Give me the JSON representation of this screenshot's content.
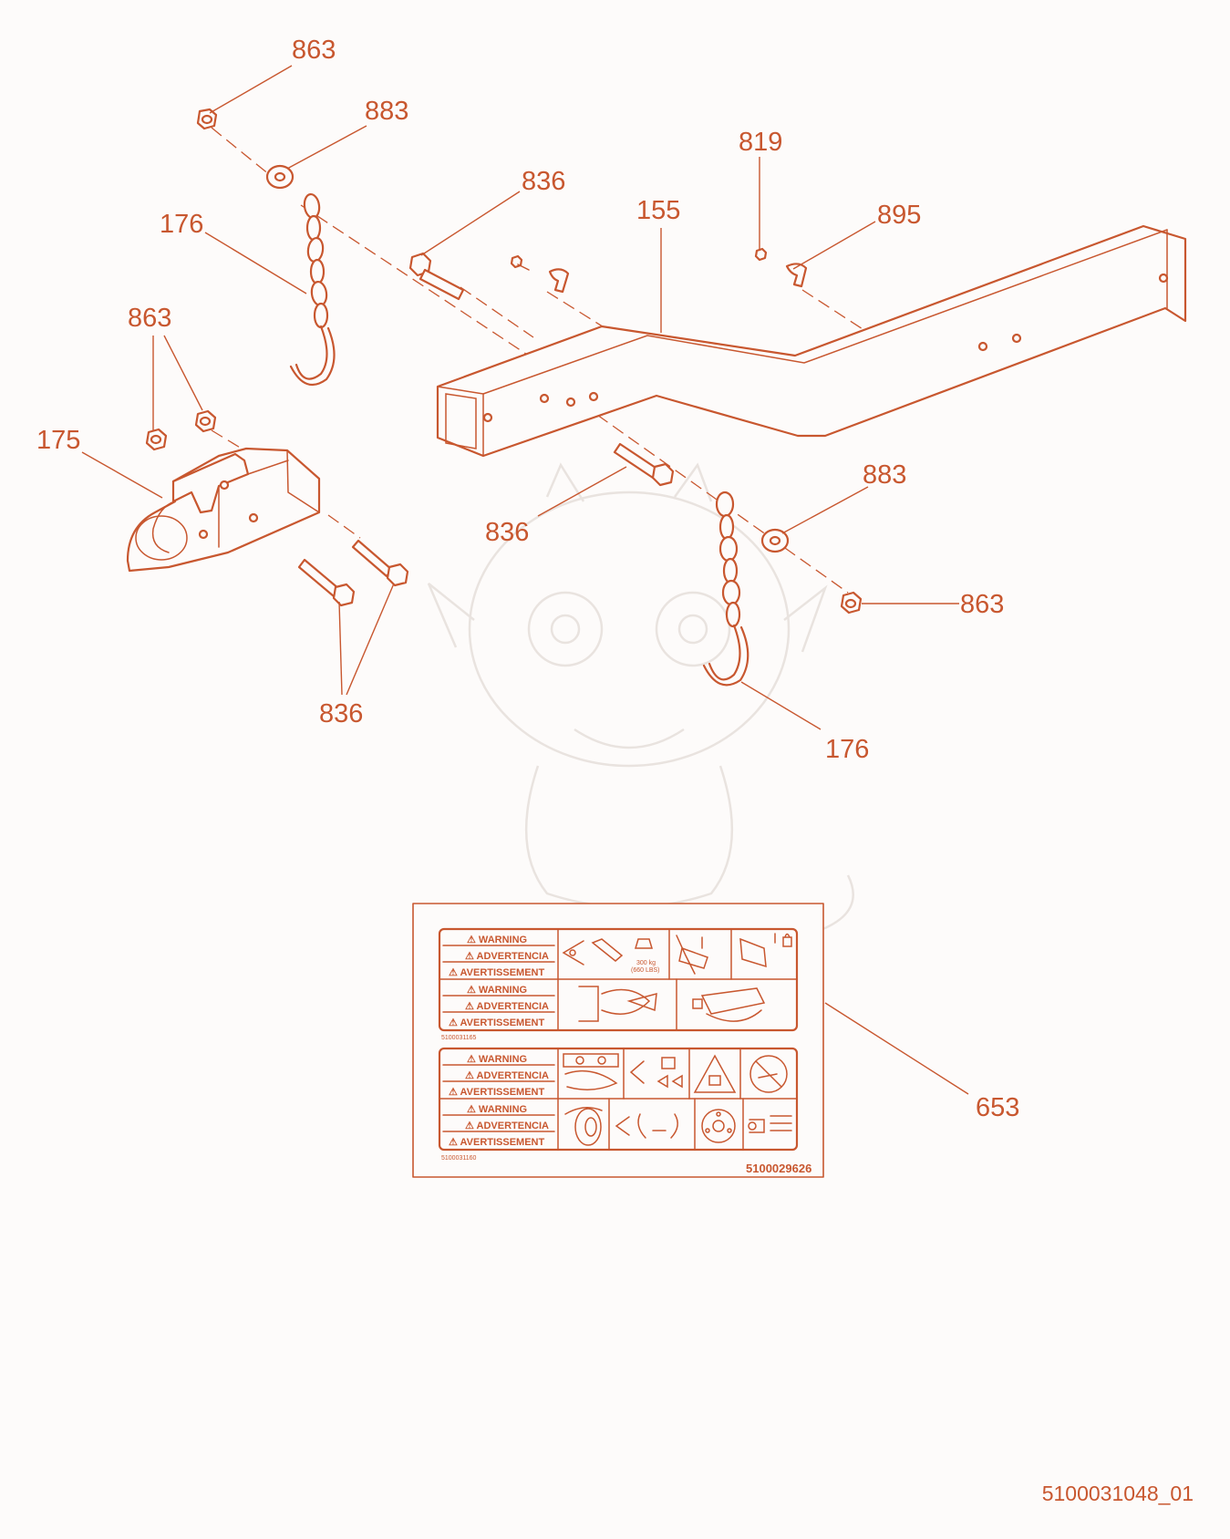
{
  "colors": {
    "accent": "#c8572f",
    "background": "#fdfbfa"
  },
  "callouts": [
    {
      "id": "c863a",
      "text": "863"
    },
    {
      "id": "c883a",
      "text": "883"
    },
    {
      "id": "c836a",
      "text": "836"
    },
    {
      "id": "c155",
      "text": "155"
    },
    {
      "id": "c819",
      "text": "819"
    },
    {
      "id": "c895",
      "text": "895"
    },
    {
      "id": "c176a",
      "text": "176"
    },
    {
      "id": "c863b",
      "text": "863"
    },
    {
      "id": "c175",
      "text": "175"
    },
    {
      "id": "c836b",
      "text": "836"
    },
    {
      "id": "c883b",
      "text": "883"
    },
    {
      "id": "c863c",
      "text": "863"
    },
    {
      "id": "c836c",
      "text": "836"
    },
    {
      "id": "c176b",
      "text": "176"
    },
    {
      "id": "c653",
      "text": "653"
    }
  ],
  "decal": {
    "warning": "WARNING",
    "advertencia": "ADVERTENCIA",
    "avertissement": "AVERTISSEMENT",
    "load_text_1": "300 kg",
    "load_text_2": "(660 LBS)",
    "small_code_1": "5100031165",
    "small_code_2": "5100031160",
    "part_number": "5100029626"
  },
  "document_id": "5100031048_01"
}
